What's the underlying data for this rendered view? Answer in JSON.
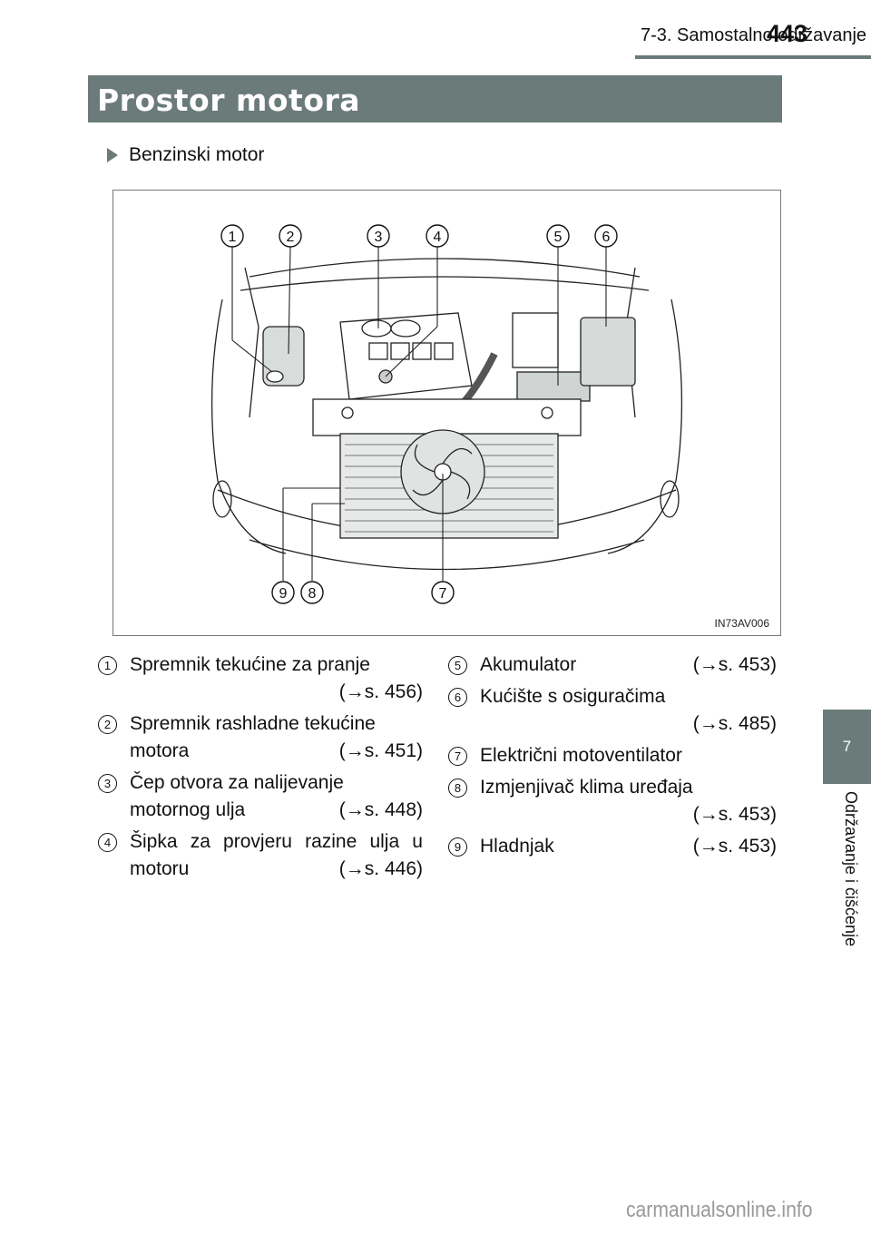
{
  "header": {
    "section": "7-3. Samostalno održavanje",
    "page_number": "443"
  },
  "title": "Prostor motora",
  "subheading": "Benzinski motor",
  "figure": {
    "code": "IN73AV006",
    "callouts": [
      "1",
      "2",
      "3",
      "4",
      "5",
      "6",
      "7",
      "8",
      "9"
    ]
  },
  "side_tab": {
    "chapter_number": "7",
    "chapter_title": "Održavanje i čišćenje"
  },
  "items": [
    {
      "num": "1",
      "lines": [
        "Spremnik tekućine za pranje"
      ],
      "ref": "(→s. 456)",
      "ref_own_line": true
    },
    {
      "num": "2",
      "lines": [
        "Spremnik rashladne tekućine",
        "motora"
      ],
      "ref": "(→s. 451)",
      "ref_own_line": false
    },
    {
      "num": "3",
      "lines": [
        "Čep otvora za nalijevanje",
        "motornog ulja"
      ],
      "ref": "(→s. 448)",
      "ref_own_line": false
    },
    {
      "num": "4",
      "lines": [
        "Šipka za provjeru razine ulja u",
        "motoru"
      ],
      "ref": "(→s. 446)",
      "ref_own_line": false
    },
    {
      "num": "5",
      "lines": [
        "Akumulator"
      ],
      "ref": "(→s. 453)",
      "ref_own_line": false
    },
    {
      "num": "6",
      "lines": [
        "Kućište s osiguračima"
      ],
      "ref": "(→s. 485)",
      "ref_own_line": true
    },
    {
      "num": "7",
      "lines": [
        "Električni motoventilator"
      ],
      "ref": "",
      "ref_own_line": false
    },
    {
      "num": "8",
      "lines": [
        "Izmjenjivač klima uređaja"
      ],
      "ref": "(→s. 453)",
      "ref_own_line": true
    },
    {
      "num": "9",
      "lines": [
        "Hladnjak"
      ],
      "ref": "(→s. 453)",
      "ref_own_line": false
    }
  ],
  "watermark": "carmanualsonline.info"
}
